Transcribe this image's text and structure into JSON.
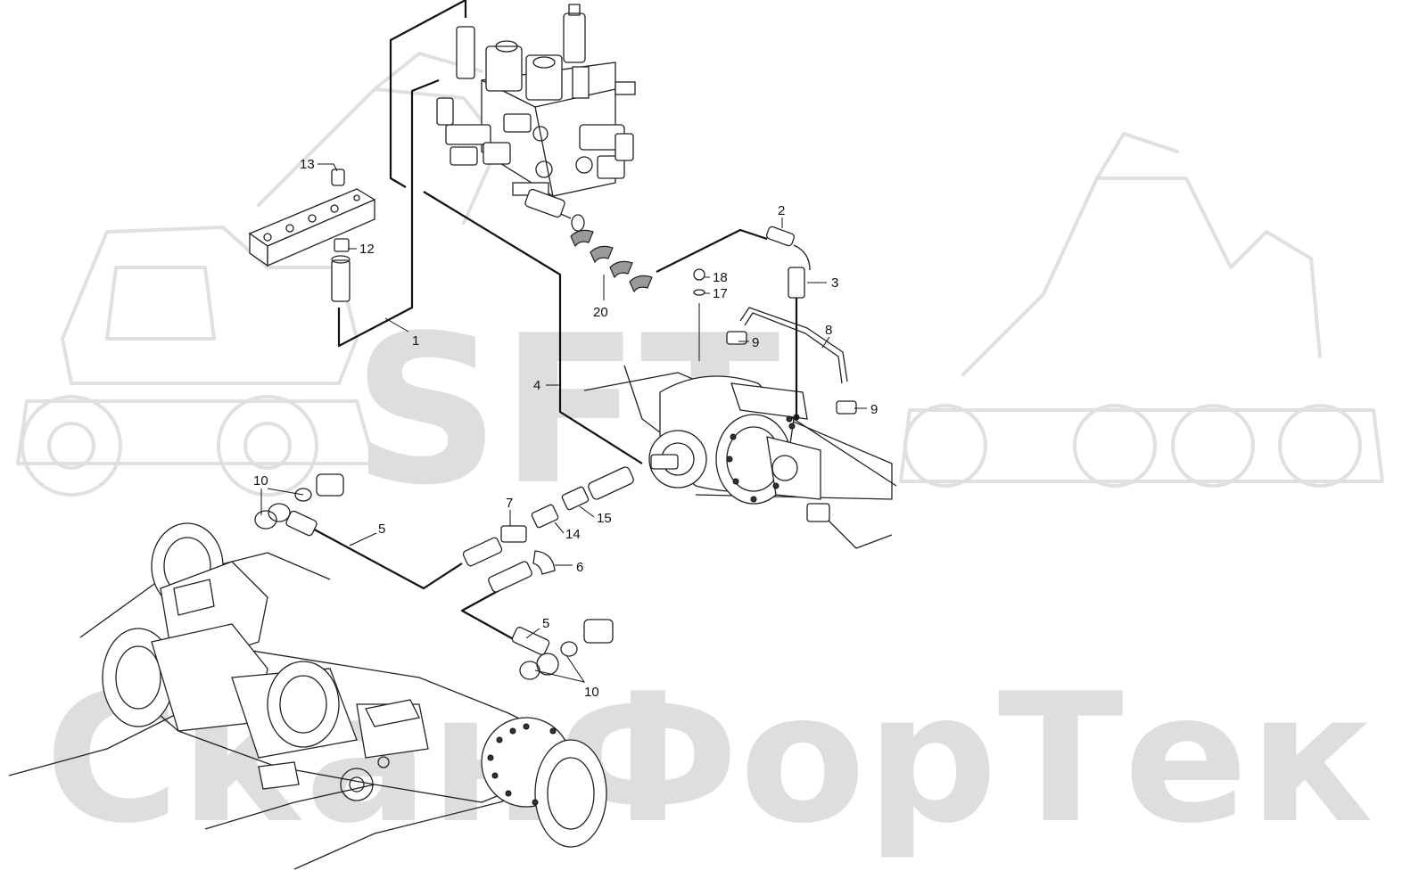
{
  "watermark": {
    "logo_text": "SFT",
    "brand_text": "СканФорТек"
  },
  "callouts": [
    {
      "id": "c1",
      "label": "1"
    },
    {
      "id": "c2",
      "label": "2"
    },
    {
      "id": "c3",
      "label": "3"
    },
    {
      "id": "c4",
      "label": "4"
    },
    {
      "id": "c5a",
      "label": "5"
    },
    {
      "id": "c5b",
      "label": "5"
    },
    {
      "id": "c6",
      "label": "6"
    },
    {
      "id": "c7",
      "label": "7"
    },
    {
      "id": "c8",
      "label": "8"
    },
    {
      "id": "c9a",
      "label": "9"
    },
    {
      "id": "c9b",
      "label": "9"
    },
    {
      "id": "c10a",
      "label": "10"
    },
    {
      "id": "c10b",
      "label": "10"
    },
    {
      "id": "c12",
      "label": "12"
    },
    {
      "id": "c13",
      "label": "13"
    },
    {
      "id": "c14",
      "label": "14"
    },
    {
      "id": "c15",
      "label": "15"
    },
    {
      "id": "c17",
      "label": "17"
    },
    {
      "id": "c18",
      "label": "18"
    },
    {
      "id": "c20",
      "label": "20"
    }
  ],
  "colors": {
    "line": "#111111",
    "watermark": "#dedede"
  }
}
